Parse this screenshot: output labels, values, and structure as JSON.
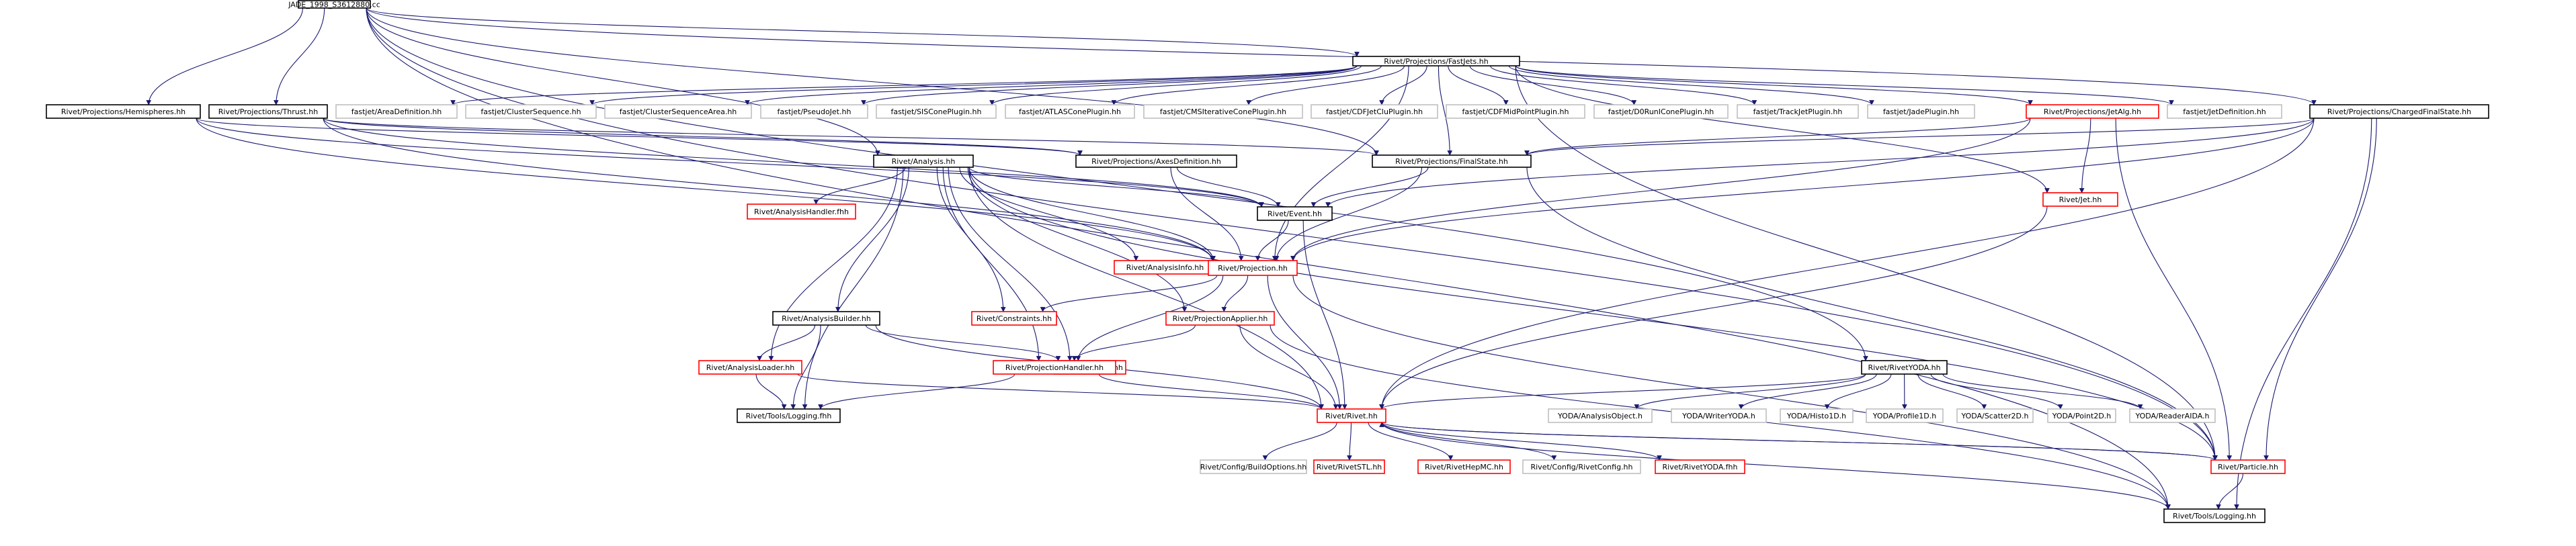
{
  "colors": {
    "edge": "#191970",
    "border_normal": "#000000",
    "border_truncated": "#ff0000",
    "border_external": "#bfbfbf",
    "root_fill": "#bfbfbf"
  },
  "nodes": {
    "root": {
      "label": "JADE_1998_S3612880.cc",
      "kind": "root"
    },
    "fastjets": {
      "label": "Rivet/Projections/FastJets.hh",
      "kind": "normal"
    },
    "hemispheres": {
      "label": "Rivet/Projections/Hemispheres.hh",
      "kind": "normal"
    },
    "thrust": {
      "label": "Rivet/Projections/Thrust.hh",
      "kind": "normal"
    },
    "areadef": {
      "label": "fastjet/AreaDefinition.hh",
      "kind": "external"
    },
    "clusterseq": {
      "label": "fastjet/ClusterSequence.hh",
      "kind": "external"
    },
    "clusterseqarea": {
      "label": "fastjet/ClusterSequenceArea.hh",
      "kind": "external"
    },
    "pseudojet": {
      "label": "fastjet/PseudoJet.hh",
      "kind": "external"
    },
    "siscone": {
      "label": "fastjet/SISConePlugin.hh",
      "kind": "external"
    },
    "atlascone": {
      "label": "fastjet/ATLASConePlugin.hh",
      "kind": "external"
    },
    "cmsiter": {
      "label": "fastjet/CMSIterativeConePlugin.hh",
      "kind": "external"
    },
    "cdfjetclu": {
      "label": "fastjet/CDFJetCluPlugin.hh",
      "kind": "external"
    },
    "cdfmidpoint": {
      "label": "fastjet/CDFMidPointPlugin.hh",
      "kind": "external"
    },
    "d0runi": {
      "label": "fastjet/D0RunIConePlugin.hh",
      "kind": "external"
    },
    "trackjet": {
      "label": "fastjet/TrackJetPlugin.hh",
      "kind": "external"
    },
    "jadeplugin": {
      "label": "fastjet/JadePlugin.hh",
      "kind": "external"
    },
    "jetalg": {
      "label": "Rivet/Projections/JetAlg.hh",
      "kind": "truncated"
    },
    "jetdef": {
      "label": "fastjet/JetDefinition.hh",
      "kind": "external"
    },
    "chargedfs": {
      "label": "Rivet/Projections/ChargedFinalState.hh",
      "kind": "normal"
    },
    "analysis": {
      "label": "Rivet/Analysis.hh",
      "kind": "normal"
    },
    "axesdef": {
      "label": "Rivet/Projections/AxesDefinition.hh",
      "kind": "normal"
    },
    "finalstate": {
      "label": "Rivet/Projections/FinalState.hh",
      "kind": "normal"
    },
    "jet": {
      "label": "Rivet/Jet.hh",
      "kind": "truncated"
    },
    "analysishandlerf": {
      "label": "Rivet/AnalysisHandler.fhh",
      "kind": "truncated"
    },
    "event": {
      "label": "Rivet/Event.hh",
      "kind": "normal"
    },
    "analysisinfo": {
      "label": "Rivet/AnalysisInfo.hh",
      "kind": "truncated"
    },
    "projection": {
      "label": "Rivet/Projection.hh",
      "kind": "truncated"
    },
    "constraints": {
      "label": "Rivet/Constraints.hh",
      "kind": "truncated"
    },
    "projapplier": {
      "label": "Rivet/ProjectionApplier.hh",
      "kind": "truncated"
    },
    "analysisbuilder": {
      "label": "Rivet/AnalysisBuilder.hh",
      "kind": "normal"
    },
    "analysisfhh": {
      "label": "Rivet/Analysis.fhh",
      "kind": "truncated"
    },
    "analysisloader": {
      "label": "Rivet/AnalysisLoader.hh",
      "kind": "truncated"
    },
    "projhandler": {
      "label": "Rivet/ProjectionHandler.hh",
      "kind": "truncated"
    },
    "toolslogfhh": {
      "label": "Rivet/Tools/Logging.fhh",
      "kind": "normal"
    },
    "rivetyoda": {
      "label": "Rivet/RivetYODA.hh",
      "kind": "normal"
    },
    "rivethh": {
      "label": "Rivet/Rivet.hh",
      "kind": "truncated"
    },
    "yodaao": {
      "label": "YODA/AnalysisObject.h",
      "kind": "external"
    },
    "yodawriter": {
      "label": "YODA/WriterYODA.h",
      "kind": "external"
    },
    "yodahisto": {
      "label": "YODA/Histo1D.h",
      "kind": "external"
    },
    "yodaprofile": {
      "label": "YODA/Profile1D.h",
      "kind": "external"
    },
    "yodascatter": {
      "label": "YODA/Scatter2D.h",
      "kind": "external"
    },
    "yodapoint": {
      "label": "YODA/Point2D.h",
      "kind": "external"
    },
    "yodareader": {
      "label": "YODA/ReaderAIDA.h",
      "kind": "external"
    },
    "buildopts": {
      "label": "Rivet/Config/BuildOptions.hh",
      "kind": "external"
    },
    "rivetstl": {
      "label": "Rivet/RivetSTL.hh",
      "kind": "truncated"
    },
    "rivethepmc": {
      "label": "Rivet/RivetHepMC.hh",
      "kind": "truncated"
    },
    "rivetconfig": {
      "label": "Rivet/Config/RivetConfig.hh",
      "kind": "external"
    },
    "rivetyodafhh": {
      "label": "Rivet/RivetYODA.fhh",
      "kind": "truncated"
    },
    "particle": {
      "label": "Rivet/Particle.hh",
      "kind": "truncated"
    },
    "toolslog": {
      "label": "Rivet/Tools/Logging.hh",
      "kind": "normal"
    }
  },
  "edges": [
    [
      "root",
      "fastjets"
    ],
    [
      "root",
      "hemispheres"
    ],
    [
      "root",
      "thrust"
    ],
    [
      "root",
      "chargedfs"
    ],
    [
      "root",
      "rivetyoda"
    ],
    [
      "root",
      "toolslog"
    ],
    [
      "root",
      "analysis"
    ],
    [
      "root",
      "finalstate"
    ],
    [
      "root",
      "particle"
    ],
    [
      "fastjets",
      "areadef"
    ],
    [
      "fastjets",
      "clusterseq"
    ],
    [
      "fastjets",
      "clusterseqarea"
    ],
    [
      "fastjets",
      "pseudojet"
    ],
    [
      "fastjets",
      "siscone"
    ],
    [
      "fastjets",
      "atlascone"
    ],
    [
      "fastjets",
      "cmsiter"
    ],
    [
      "fastjets",
      "cdfjetclu"
    ],
    [
      "fastjets",
      "cdfmidpoint"
    ],
    [
      "fastjets",
      "d0runi"
    ],
    [
      "fastjets",
      "trackjet"
    ],
    [
      "fastjets",
      "jadeplugin"
    ],
    [
      "fastjets",
      "jetalg"
    ],
    [
      "fastjets",
      "jetdef"
    ],
    [
      "fastjets",
      "finalstate"
    ],
    [
      "fastjets",
      "jet"
    ],
    [
      "fastjets",
      "particle"
    ],
    [
      "fastjets",
      "projection"
    ],
    [
      "hemispheres",
      "axesdef"
    ],
    [
      "hemispheres",
      "event"
    ],
    [
      "hemispheres",
      "projection"
    ],
    [
      "thrust",
      "axesdef"
    ],
    [
      "thrust",
      "finalstate"
    ],
    [
      "thrust",
      "event"
    ],
    [
      "thrust",
      "projection"
    ],
    [
      "jetalg",
      "finalstate"
    ],
    [
      "jetalg",
      "jet"
    ],
    [
      "jetalg",
      "particle"
    ],
    [
      "jetalg",
      "projection"
    ],
    [
      "chargedfs",
      "finalstate"
    ],
    [
      "chargedfs",
      "event"
    ],
    [
      "chargedfs",
      "projection"
    ],
    [
      "chargedfs",
      "particle"
    ],
    [
      "chargedfs",
      "rivethh"
    ],
    [
      "chargedfs",
      "toolslog"
    ],
    [
      "analysis",
      "analysishandlerf"
    ],
    [
      "analysis",
      "event"
    ],
    [
      "analysis",
      "projection"
    ],
    [
      "analysis",
      "analysisinfo"
    ],
    [
      "analysis",
      "constraints"
    ],
    [
      "analysis",
      "projapplier"
    ],
    [
      "analysis",
      "projhandler"
    ],
    [
      "analysis",
      "analysisbuilder"
    ],
    [
      "analysis",
      "analysisfhh"
    ],
    [
      "analysis",
      "analysisloader"
    ],
    [
      "analysis",
      "toolslogfhh"
    ],
    [
      "analysis",
      "rivethh"
    ],
    [
      "analysis",
      "particle"
    ],
    [
      "axesdef",
      "projection"
    ],
    [
      "axesdef",
      "event"
    ],
    [
      "finalstate",
      "projection"
    ],
    [
      "finalstate",
      "event"
    ],
    [
      "finalstate",
      "particle"
    ],
    [
      "jet",
      "rivethh"
    ],
    [
      "event",
      "projection"
    ],
    [
      "event",
      "rivethh"
    ],
    [
      "projection",
      "constraints"
    ],
    [
      "projection",
      "projapplier"
    ],
    [
      "projection",
      "projhandler"
    ],
    [
      "projection",
      "rivethh"
    ],
    [
      "projection",
      "toolslog"
    ],
    [
      "projapplier",
      "projhandler"
    ],
    [
      "projapplier",
      "rivethh"
    ],
    [
      "projapplier",
      "toolslog"
    ],
    [
      "analysisbuilder",
      "analysisfhh"
    ],
    [
      "analysisbuilder",
      "analysisloader"
    ],
    [
      "analysisbuilder",
      "toolslogfhh"
    ],
    [
      "analysisbuilder",
      "rivethh"
    ],
    [
      "analysisloader",
      "toolslogfhh"
    ],
    [
      "analysisloader",
      "rivethh"
    ],
    [
      "projhandler",
      "toolslogfhh"
    ],
    [
      "projhandler",
      "rivethh"
    ],
    [
      "rivetyoda",
      "rivethh"
    ],
    [
      "rivetyoda",
      "yodaao"
    ],
    [
      "rivetyoda",
      "yodawriter"
    ],
    [
      "rivetyoda",
      "yodahisto"
    ],
    [
      "rivetyoda",
      "yodaprofile"
    ],
    [
      "rivetyoda",
      "yodascatter"
    ],
    [
      "rivetyoda",
      "yodapoint"
    ],
    [
      "rivetyoda",
      "yodareader"
    ],
    [
      "rivethh",
      "buildopts"
    ],
    [
      "rivethh",
      "rivetstl"
    ],
    [
      "rivethh",
      "rivethepmc"
    ],
    [
      "rivethh",
      "rivetconfig"
    ],
    [
      "rivethh",
      "rivetyodafhh"
    ],
    [
      "rivethh",
      "particle"
    ],
    [
      "rivethh",
      "toolslog"
    ],
    [
      "particle",
      "rivethh"
    ],
    [
      "particle",
      "toolslog"
    ]
  ]
}
